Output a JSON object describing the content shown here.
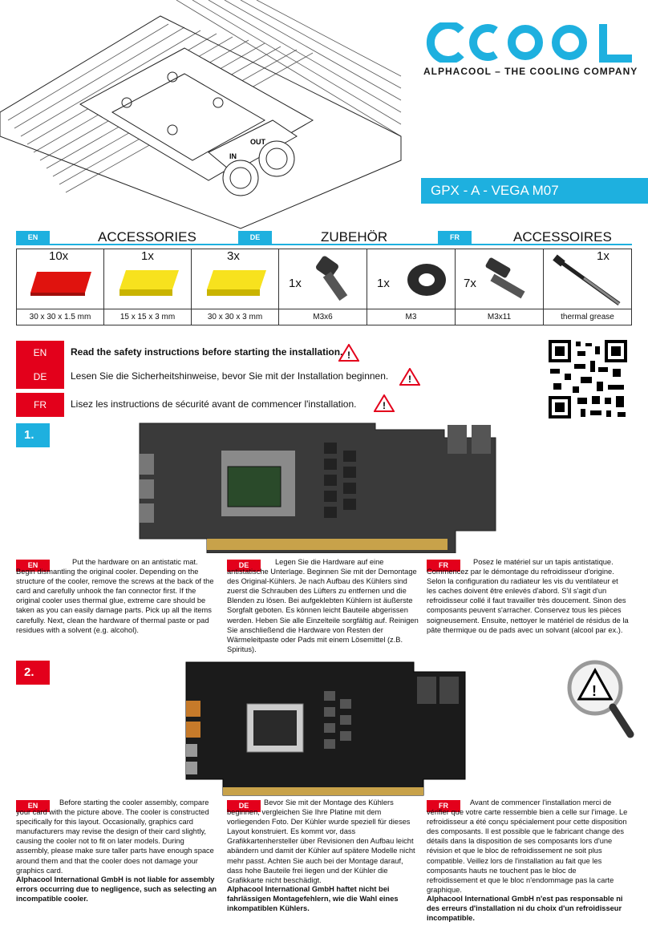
{
  "header": {
    "logo_text": "acool",
    "tagline": "ALPHACOOL – THE COOLING COMPANY",
    "product": "GPX - A - VEGA M07",
    "block_labels": {
      "in": "IN",
      "out": "OUT"
    }
  },
  "colors": {
    "accent_blue": "#1eb0df",
    "accent_red": "#e3001b",
    "pad_red": "#e0130e",
    "pad_yellow": "#f7e21e"
  },
  "accessories_headers": [
    {
      "lang": "EN",
      "title": "ACCESSORIES"
    },
    {
      "lang": "DE",
      "title": "ZUBEHÖR"
    },
    {
      "lang": "FR",
      "title": "ACCESSOIRES"
    }
  ],
  "accessories": [
    {
      "qty": "10x",
      "label": "30 x 30 x 1.5 mm",
      "icon": "red-thermal-pad-icon"
    },
    {
      "qty": "1x",
      "label": "15 x 15 x 3 mm",
      "icon": "yellow-thermal-pad-icon"
    },
    {
      "qty": "3x",
      "label": "30 x 30 x 3 mm",
      "icon": "yellow-thermal-pad-icon"
    },
    {
      "qty": "1x",
      "label": "M3x6",
      "icon": "hex-screw-icon"
    },
    {
      "qty": "1x",
      "label": "M3",
      "icon": "washer-icon"
    },
    {
      "qty": "7x",
      "label": "M3x11",
      "icon": "screw-icon"
    },
    {
      "qty": "1x",
      "label": "thermal grease",
      "icon": "syringe-icon"
    }
  ],
  "safety": [
    {
      "lang": "EN",
      "text": "Read the safety instructions before starting the installation."
    },
    {
      "lang": "DE",
      "text": "Lesen Sie die Sicherheitshinweise, bevor Sie mit der Installation beginnen."
    },
    {
      "lang": "FR",
      "text": "Lisez les instructions de sécurité avant de commencer l'installation."
    }
  ],
  "steps": [
    {
      "number": "1.",
      "blocks": [
        {
          "lang": "EN",
          "text": "Put the hardware on an antistatic mat. Begin dismantling the original cooler. Depending on the structure of the cooler, remove the screws at the back of the card and carefully unhook the fan connector first. If the original cooler uses thermal glue, extreme care should be taken as you can easily damage parts. Pick up all the items carefully. Next, clean the hardware of thermal paste or pad residues with a solvent (e.g. alcohol).",
          "bold": ""
        },
        {
          "lang": "DE",
          "text": "Legen Sie die Hardware auf eine antistatische Unterlage. Beginnen Sie mit der Demontage des Original-Kühlers. Je nach Aufbau des Kühlers sind zuerst die Schrauben des Lüfters zu entfernen und die Blenden zu lösen. Bei aufgeklebten Kühlern ist äußerste Sorgfalt geboten. Es können leicht Bauteile abgerissen werden. Heben Sie alle Einzelteile sorgfältig auf. Reinigen Sie anschließend die Hardware von Resten der Wärmeleitpaste oder Pads mit einem Lösemittel (z.B. Spiritus).",
          "bold": ""
        },
        {
          "lang": "FR",
          "text": "Posez le matériel sur un tapis antistatique. Commencez par le démontage du refroidisseur d'origine. Selon la configuration du radiateur les vis du ventilateur et les caches doivent être enlevés d'abord. S'il s'agit d'un refroidisseur collé il faut travailler très doucement. Sinon des composants peuvent s'arracher. Conservez tous les pièces soigneusement. Ensuite, nettoyer le matériel de résidus de la pâte thermique ou de pads avec un solvant (alcool par ex.).",
          "bold": ""
        }
      ]
    },
    {
      "number": "2.",
      "blocks": [
        {
          "lang": "EN",
          "text": "Before starting the cooler assembly, compare your card with the picture above. The cooler is constructed specifically for this layout. Occasionally, graphics card manufacturers may revise the design of their card slightly, causing the cooler not to fit on later models. During assembly, please make sure taller parts have enough space around them and that the cooler does not damage your graphics card.",
          "bold": "Alphacool International GmbH is not liable for assembly errors occurring due to negligence, such as selecting an incompatible cooler."
        },
        {
          "lang": "DE",
          "text": "Bevor Sie mit der Montage des Kühlers beginnen, vergleichen Sie Ihre Platine mit dem vorliegenden Foto. Der Kühler wurde speziell für dieses Layout konstruiert. Es kommt vor, dass Grafikkartenhersteller über Revisionen den Aufbau leicht abändern und damit der Kühler auf spätere Modelle nicht mehr passt. Achten Sie auch bei der Montage darauf, dass hohe Bauteile frei liegen und der Kühler die Grafikkarte nicht beschädigt.",
          "bold": "Alphacool International GmbH haftet nicht bei fahrlässigen Montagefehlern, wie die Wahl eines inkompatiblen Kühlers."
        },
        {
          "lang": "FR",
          "text": "Avant de commencer l'installation merci de vérifier que votre carte ressemble bien a celle sur l'image. Le refroidisseur a été conçu spécialement pour cette disposition des composants. Il est possible que le fabricant change des détails dans la disposition de ses composants lors d'une révision et que le bloc de refroidissement ne soit plus compatible. Veillez lors de l'installation au fait que les composants hauts ne touchent pas le bloc de refroidissement et que le bloc n'endommage pas la carte graphique.",
          "bold": "Alphacool International GmbH n'est pas responsable ni des erreurs d'installation ni du choix d'un refroidisseur incompatible."
        }
      ]
    }
  ]
}
